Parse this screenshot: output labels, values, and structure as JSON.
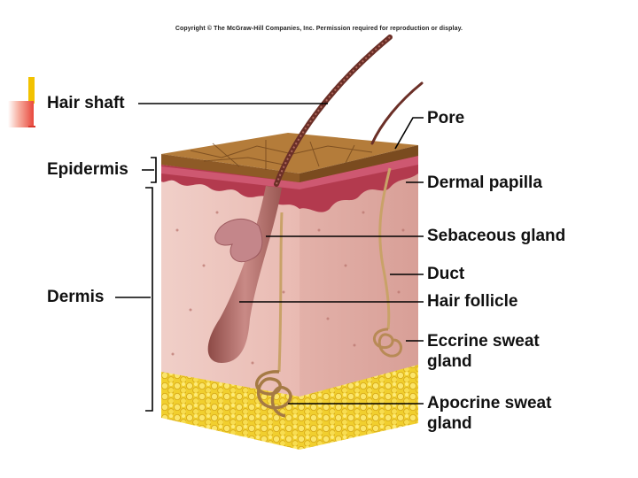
{
  "copyright": "Copyright © The McGraw-Hill Companies, Inc. Permission required for reproduction or display.",
  "labels": {
    "hair_shaft": "Hair shaft",
    "epidermis": "Epidermis",
    "dermis": "Dermis",
    "pore": "Pore",
    "dermal_papilla": "Dermal papilla",
    "sebaceous_gland": "Sebaceous gland",
    "duct": "Duct",
    "hair_follicle": "Hair follicle",
    "eccrine_line1": "Eccrine sweat",
    "eccrine_line2": "gland",
    "apocrine_line1": "Apocrine sweat",
    "apocrine_line2": "gland"
  },
  "colors": {
    "accent_yellow": "#f2c200",
    "accent_red": "#e8473c",
    "epidermis_surface": "#b07a38",
    "dermis": "#efc4bc",
    "fat_layer": "#f4d43a",
    "hair": "#7a3a2e"
  }
}
